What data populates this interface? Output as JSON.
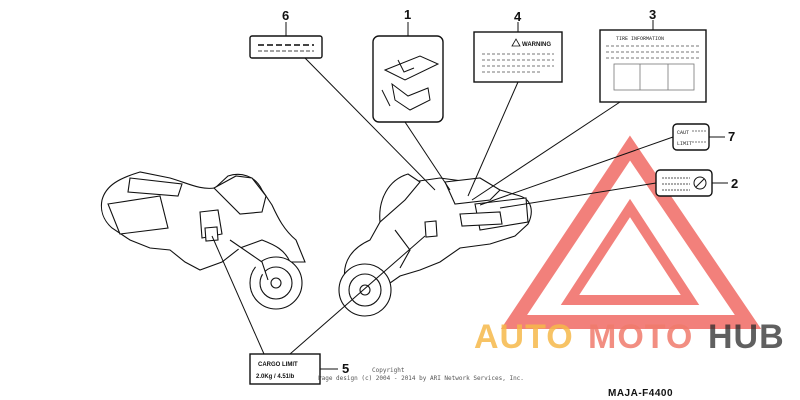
{
  "callouts": [
    "1",
    "2",
    "3",
    "4",
    "5",
    "6",
    "7"
  ],
  "labels": {
    "warning": "WARNING",
    "tire": "TIRE INFORMATION",
    "cargo": "CARGO LIMIT",
    "cargo_value": "2.0Kg / 4.51lb",
    "small_label_line1": "CAUT",
    "small_label_line2": "LIMIT"
  },
  "copyright": {
    "line1": "Copyright",
    "line2": "Page design (c) 2004 - 2014 by ARI Network Services, Inc."
  },
  "part_code": "MAJA-F4400",
  "watermark": {
    "auto": "AUTO",
    "moto": "MOTO",
    "hub": "HUB",
    "colors": {
      "auto": "#f6b84a",
      "moto": "#f07a6c",
      "hub": "#2b2b2b",
      "triangle": "#f06b64"
    }
  }
}
